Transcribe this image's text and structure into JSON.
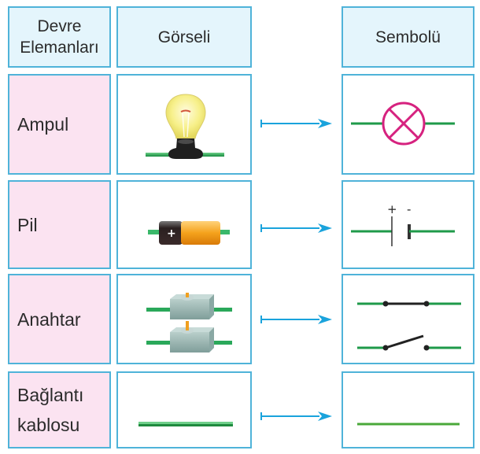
{
  "headers": {
    "element": "Devre Elemanları",
    "element_line1": "Devre",
    "element_line2": "Elemanları",
    "visual": "Görseli",
    "symbol": "Sembolü"
  },
  "rows": [
    {
      "name": "Ampul",
      "visual_icon": "light-bulb",
      "symbol_icon": "lamp-symbol"
    },
    {
      "name": "Pil",
      "visual_icon": "battery",
      "symbol_icon": "battery-symbol",
      "battery_plus": "+",
      "symbol_plus": "+",
      "symbol_minus": "-"
    },
    {
      "name": "Anahtar",
      "visual_icon": "switch-closed-and-open",
      "symbol_icon": "switch-symbol"
    },
    {
      "name": "Bağlantı kablosu",
      "name_line1": "Bağlantı",
      "name_line2": "kablosu",
      "visual_icon": "wire",
      "symbol_icon": "wire-symbol"
    }
  ],
  "colors": {
    "border": "#4fb3d9",
    "header_bg": "#e4f5fc",
    "name_bg": "#fbe3f1",
    "wire_green": "#1f9a4a",
    "lamp_symbol": "#d6227f",
    "arrow": "#1aa3dc"
  }
}
